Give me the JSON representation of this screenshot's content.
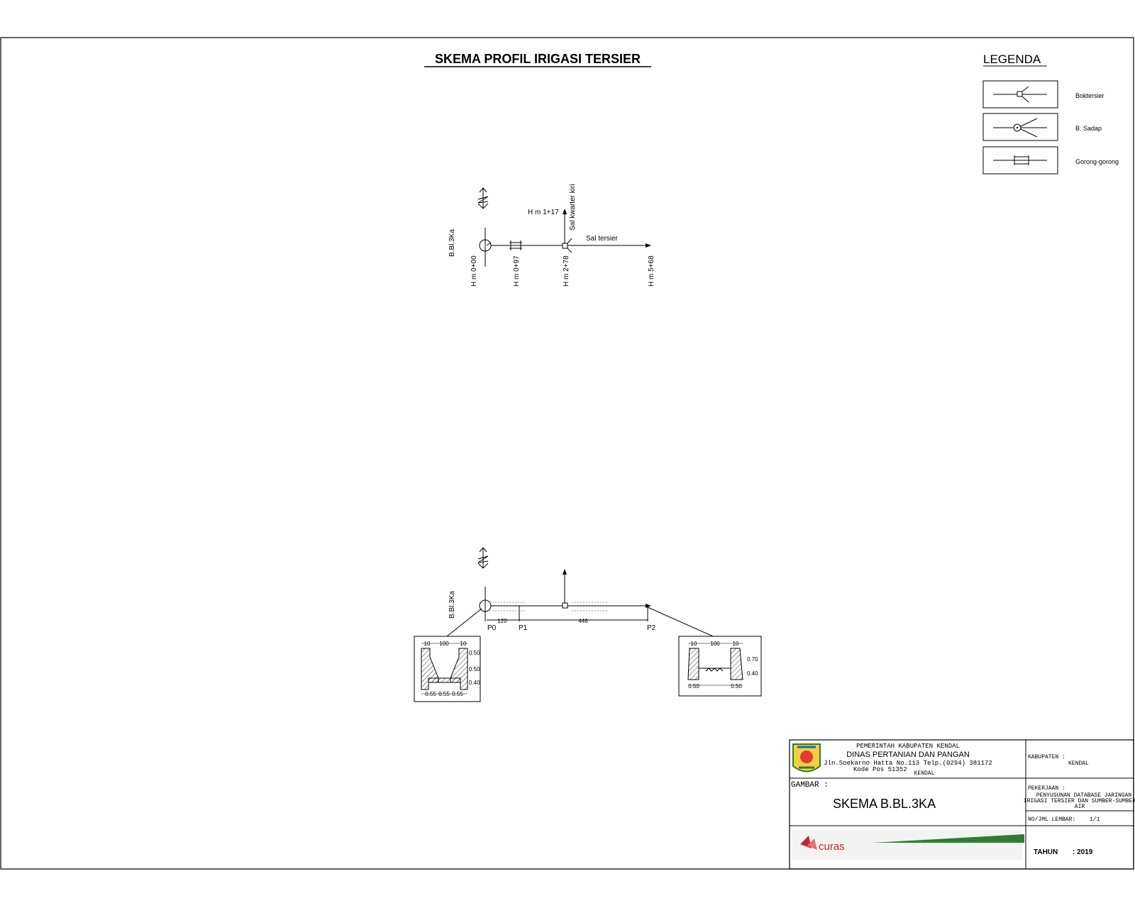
{
  "title": "SKEMA PROFIL IRIGASI TERSIER",
  "legend": {
    "title": "LEGENDA",
    "items": [
      {
        "label": "Boktersier",
        "icon": "box-tersier-icon"
      },
      {
        "label": "B. Sadap",
        "icon": "b-sadap-icon"
      },
      {
        "label": "Gorong-gorong",
        "icon": "gorong-gorong-icon"
      }
    ]
  },
  "scheme": {
    "intake_label": "B.Bl.3Ka",
    "stations": [
      "H m 0+00",
      "H m 0+97",
      "H m 2+78",
      "H m 5+68"
    ],
    "branch_station": "H m 1+17",
    "branch_label": "Sal kwarter kiri",
    "channel_label": "Sal tersier"
  },
  "profile": {
    "intake_label": "B.Bl.3Ka",
    "points": [
      "P0",
      "P1",
      "P2"
    ],
    "distances": [
      "120",
      "446"
    ],
    "left_section": {
      "top_dims": [
        "10",
        "100",
        "10"
      ],
      "side_dims": [
        "0.50",
        "0.50",
        "0.40"
      ],
      "bottom_dims": [
        "0.55",
        "0.55",
        "0.55"
      ]
    },
    "right_section": {
      "top_dims": [
        "10",
        "100",
        "10"
      ],
      "side_dims": [
        "0.70",
        "0.40"
      ],
      "bottom_dims": [
        "0.50",
        "0.50"
      ]
    }
  },
  "title_block": {
    "gov": "PEMERINTAH KABUPATEN KENDAL",
    "agency": "DINAS PERTANIAN DAN PANGAN",
    "address": "Jln.Soekarno Hatta No.113 Telp.(0294) 381172",
    "postal": "Kode Pos 51352",
    "city": "KENDAL",
    "kabupaten_label": "KABUPATEN :",
    "kabupaten_value": "KENDAL",
    "gambar_label": "GAMBAR :",
    "gambar_value": "SKEMA B.BL.3KA",
    "pekerjaan_label": "PEKERJAAN :",
    "pekerjaan_value": [
      "PENYUSUNAN DATABASE JARINGAN",
      "IRIGASI TERSIER DAN SUMBER-SUMBER",
      "AIR"
    ],
    "sheet_label": "NO/JML LEMBAR:",
    "sheet_value": "1/1",
    "tahun_label": "TAHUN",
    "tahun_value": ": 2019",
    "consultant": "curas"
  }
}
